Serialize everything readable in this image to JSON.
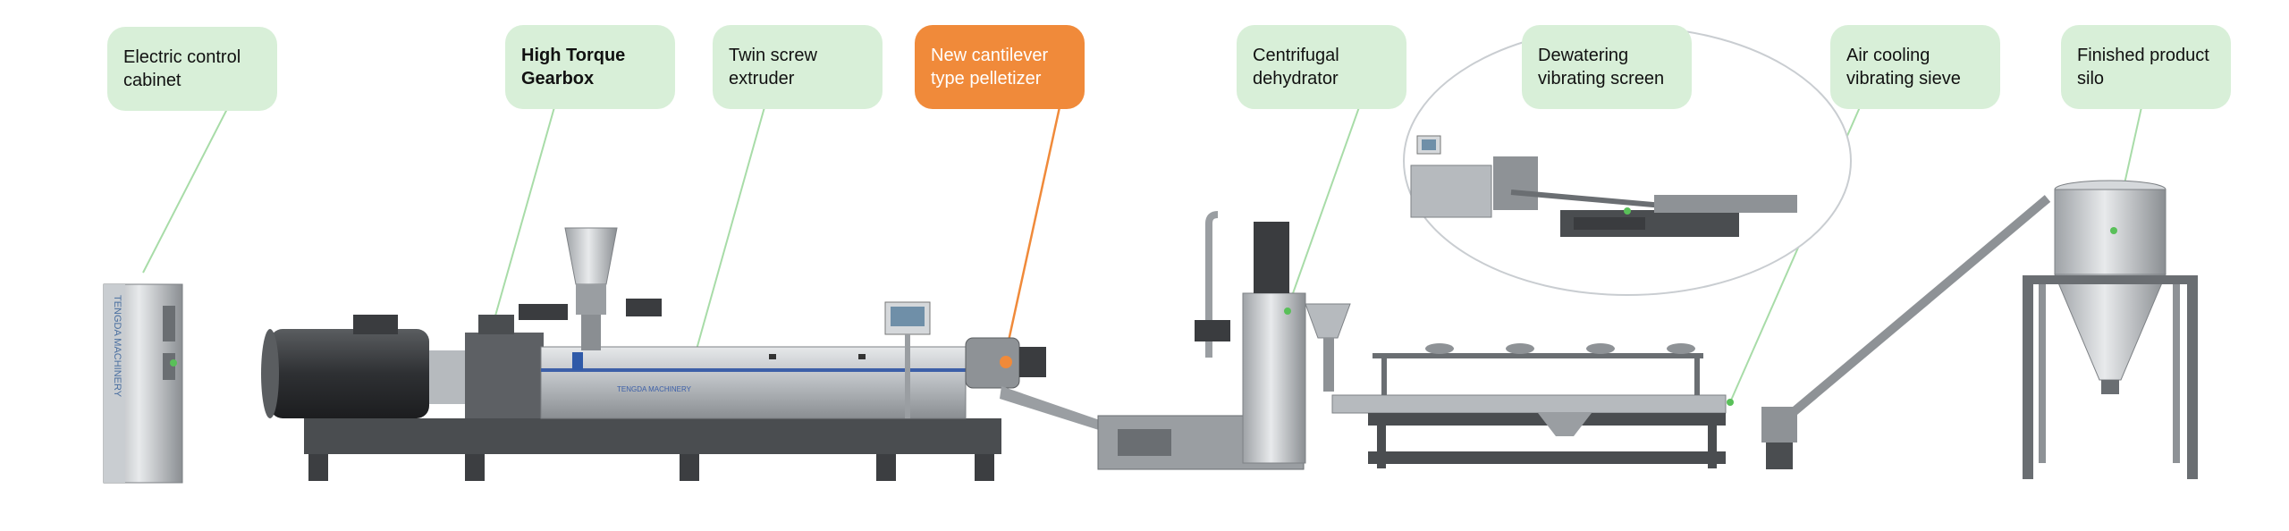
{
  "callouts": [
    {
      "id": "electric-control-cabinet",
      "label": "Electric control cabinet"
    },
    {
      "id": "high-torque-gearbox",
      "label": "High Torque Gearbox"
    },
    {
      "id": "twin-screw-extruder",
      "label": "Twin screw extruder"
    },
    {
      "id": "cantilever-pelletizer",
      "label": "New cantilever type pelletizer"
    },
    {
      "id": "centrifugal-dehydrator",
      "label": "Centrifugal dehydrator"
    },
    {
      "id": "dewatering-vibrating-screen",
      "label": "Dewatering vibrating screen"
    },
    {
      "id": "air-cooling-vibrating-sieve",
      "label": "Air cooling vibrating sieve"
    },
    {
      "id": "finished-product-silo",
      "label": "Finished product silo"
    }
  ],
  "branding": {
    "cabinet_text": "TENGDA MACHINERY",
    "extruder_text": "TENGDA MACHINERY"
  },
  "colors": {
    "callout_bg": "#d8efd8",
    "accent": "#f08a3a",
    "leader": "#a8dca8",
    "accent_leader": "#f08a3a",
    "machine_gray": "#8e9296",
    "frame_dark": "#4a4d50"
  }
}
